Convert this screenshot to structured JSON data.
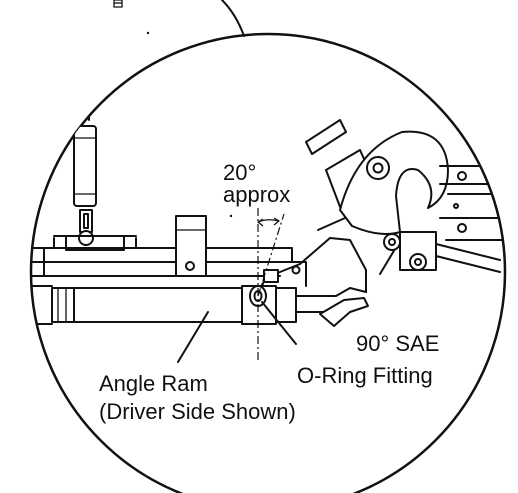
{
  "labels": {
    "angle_value": "20°",
    "angle_note": "approx",
    "fitting_line1": "90° SAE",
    "fitting_line2": "O-Ring Fitting",
    "ram_line1": "Angle Ram",
    "ram_line2": "(Driver Side Shown)"
  },
  "colors": {
    "line": "#111111",
    "background": "#ffffff"
  }
}
